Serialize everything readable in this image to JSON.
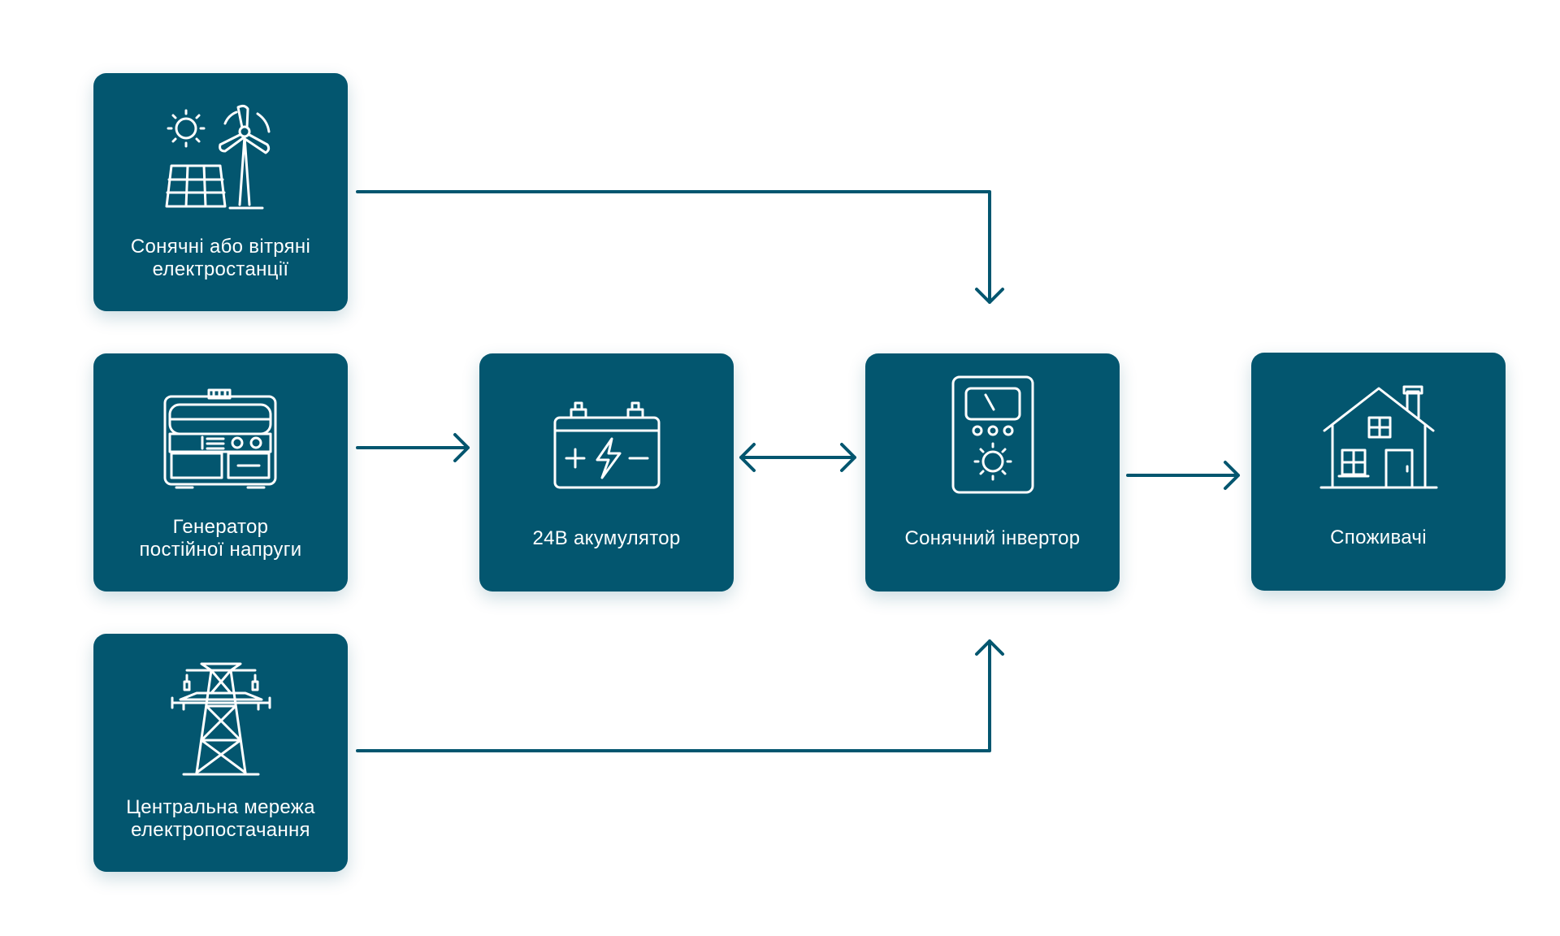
{
  "colors": {
    "card_bg": "#03566F",
    "card_text": "#FFFFFF",
    "connector": "#03566F",
    "background": "#FFFFFF"
  },
  "nodes": {
    "renewables": {
      "label_line1": "Сонячні або вітряні",
      "label_line2": "електростанції",
      "icon": "solar-wind-icon"
    },
    "generator": {
      "label_line1": "Генератор",
      "label_line2": "постійної напруги",
      "icon": "generator-icon"
    },
    "grid": {
      "label_line1": "Центральна мережа",
      "label_line2": "електропостачання",
      "icon": "power-tower-icon"
    },
    "battery": {
      "label": "24В акумулятор",
      "icon": "battery-icon"
    },
    "inverter": {
      "label": "Сонячний інвертор",
      "icon": "inverter-icon"
    },
    "consumers": {
      "label": "Споживачі",
      "icon": "house-icon"
    }
  },
  "connections": [
    {
      "from": "renewables",
      "to": "inverter",
      "direction": "one-way"
    },
    {
      "from": "generator",
      "to": "battery",
      "direction": "one-way"
    },
    {
      "from": "battery",
      "to": "inverter",
      "direction": "two-way"
    },
    {
      "from": "grid",
      "to": "inverter",
      "direction": "one-way"
    },
    {
      "from": "inverter",
      "to": "consumers",
      "direction": "one-way"
    }
  ]
}
